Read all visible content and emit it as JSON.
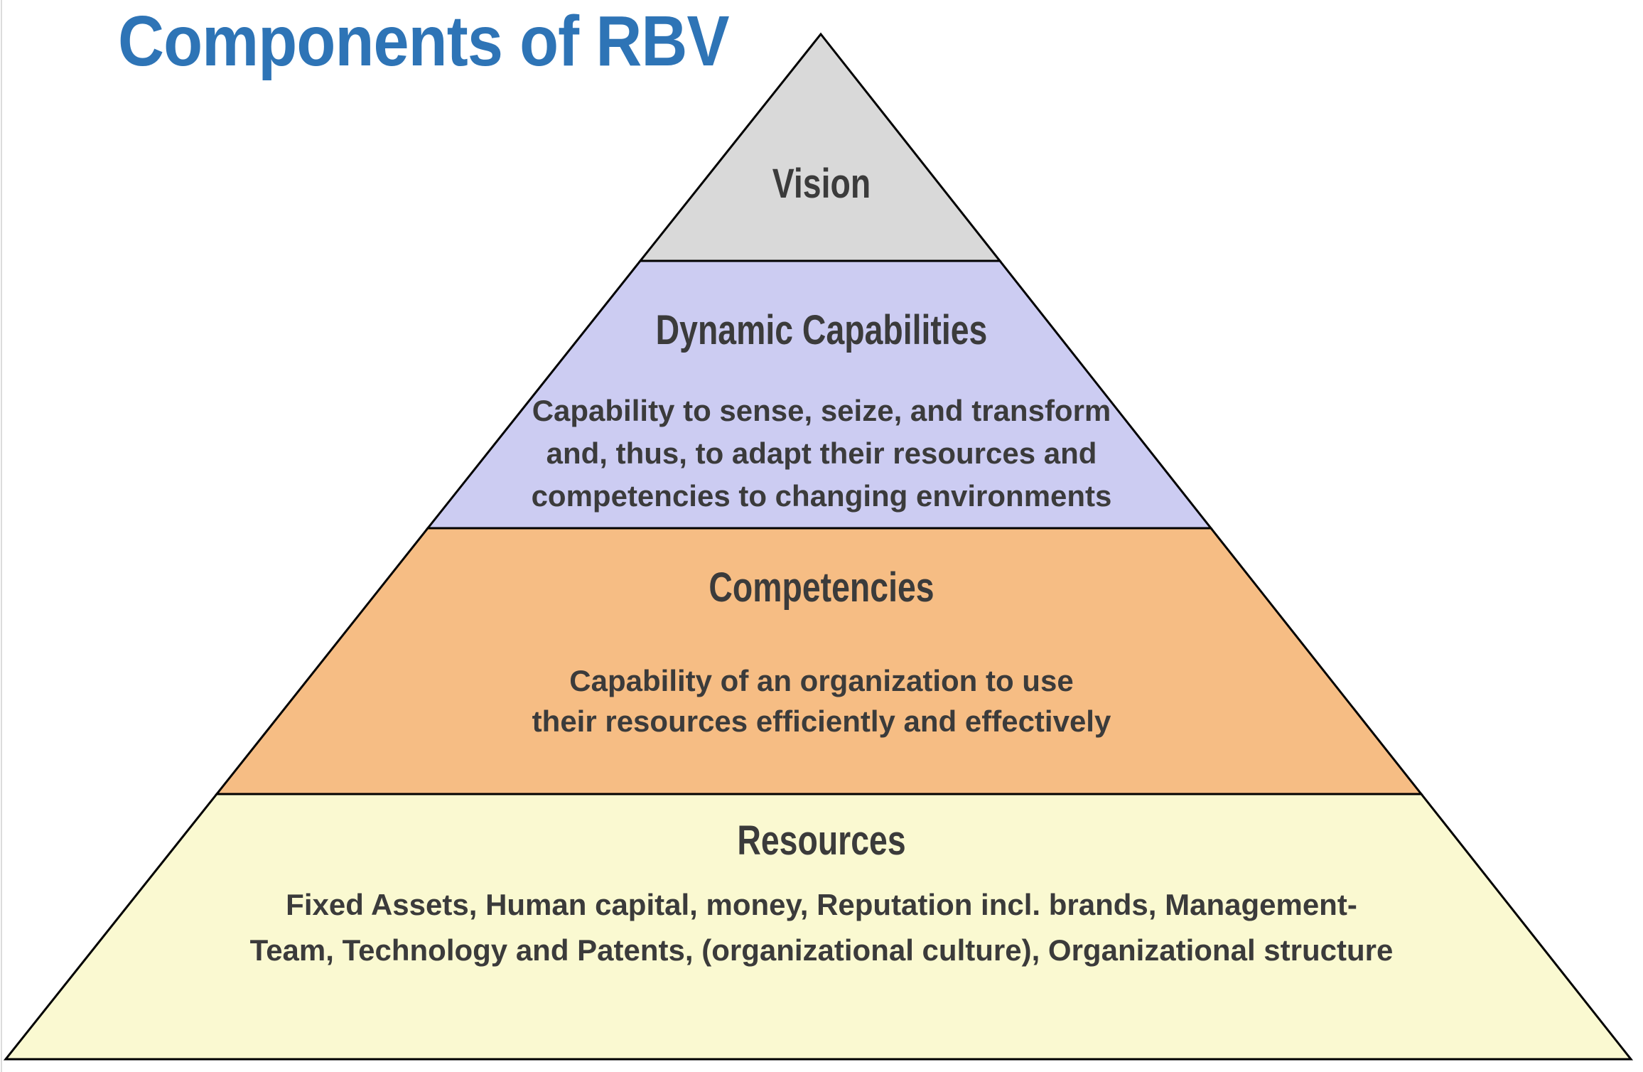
{
  "title": "Components of RBV",
  "colors": {
    "title": "#2E74B6",
    "text": "#3B3B3B",
    "outline": "#000000"
  },
  "pyramid": {
    "layers": [
      {
        "label": "Vision",
        "color": "#D9D9D9",
        "description_lines": []
      },
      {
        "label": "Dynamic Capabilities",
        "color": "#CCCCF2",
        "description_lines": [
          "Capability to sense, seize, and transform",
          "and, thus, to adapt their resources and",
          "competencies to changing environments"
        ]
      },
      {
        "label": "Competencies",
        "color": "#F6BD84",
        "description_lines": [
          "Capability of an organization to use",
          "their resources efficiently and effectively"
        ]
      },
      {
        "label": "Resources",
        "color": "#FAF9D1",
        "description_lines": [
          "Fixed Assets, Human capital, money, Reputation incl. brands, Management-",
          "Team, Technology and Patents, (organizational culture), Organizational structure"
        ]
      }
    ]
  }
}
